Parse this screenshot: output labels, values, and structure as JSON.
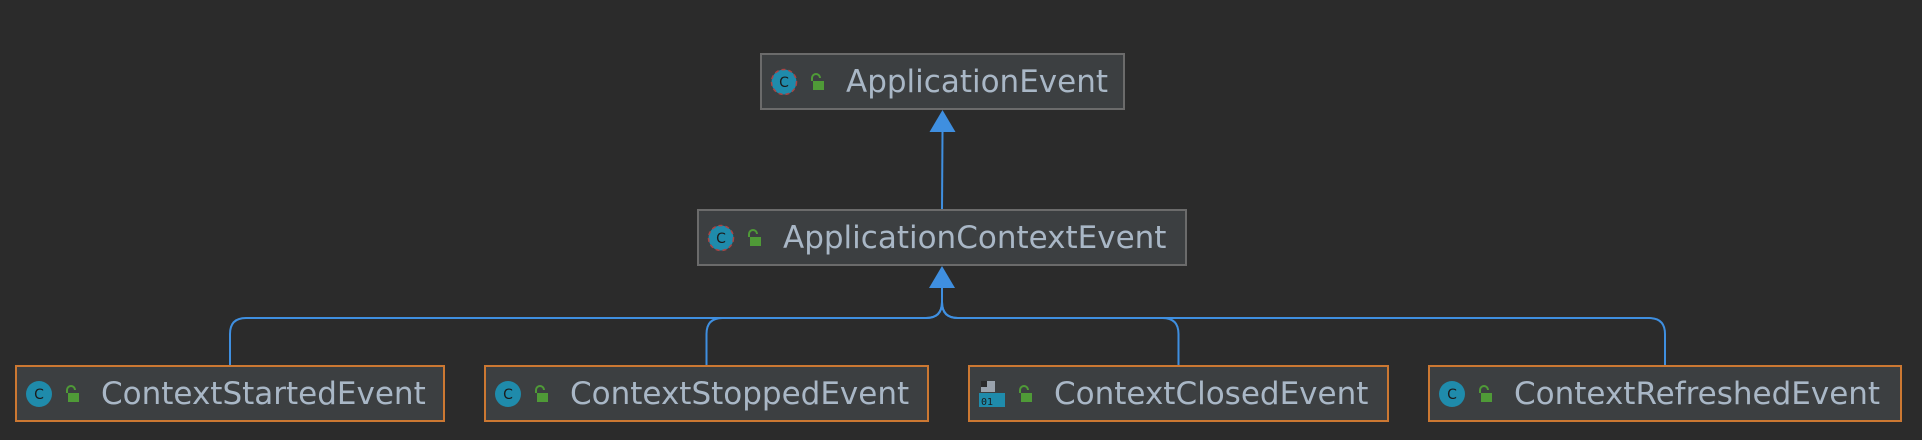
{
  "colors": {
    "background": "#2b2b2b",
    "node_fill": "#3c3f41",
    "node_border": "#6b6b6b",
    "leaf_border": "#cc7832",
    "edge": "#3f8fe0",
    "text": "#a9b7c6",
    "class_icon": "#1f8bab",
    "lock_icon": "#4f9a37"
  },
  "diagram": {
    "nodes": [
      {
        "id": "ApplicationEvent",
        "label": "ApplicationEvent",
        "kind": "abstract-class",
        "parent": null
      },
      {
        "id": "ApplicationContextEvent",
        "label": "ApplicationContextEvent",
        "kind": "abstract-class",
        "parent": "ApplicationEvent"
      },
      {
        "id": "ContextStartedEvent",
        "label": "ContextStartedEvent",
        "kind": "class",
        "parent": "ApplicationContextEvent"
      },
      {
        "id": "ContextStoppedEvent",
        "label": "ContextStoppedEvent",
        "kind": "class",
        "parent": "ApplicationContextEvent"
      },
      {
        "id": "ContextClosedEvent",
        "label": "ContextClosedEvent",
        "kind": "compiled-class",
        "parent": "ApplicationContextEvent"
      },
      {
        "id": "ContextRefreshedEvent",
        "label": "ContextRefreshedEvent",
        "kind": "class",
        "parent": "ApplicationContextEvent"
      }
    ]
  }
}
